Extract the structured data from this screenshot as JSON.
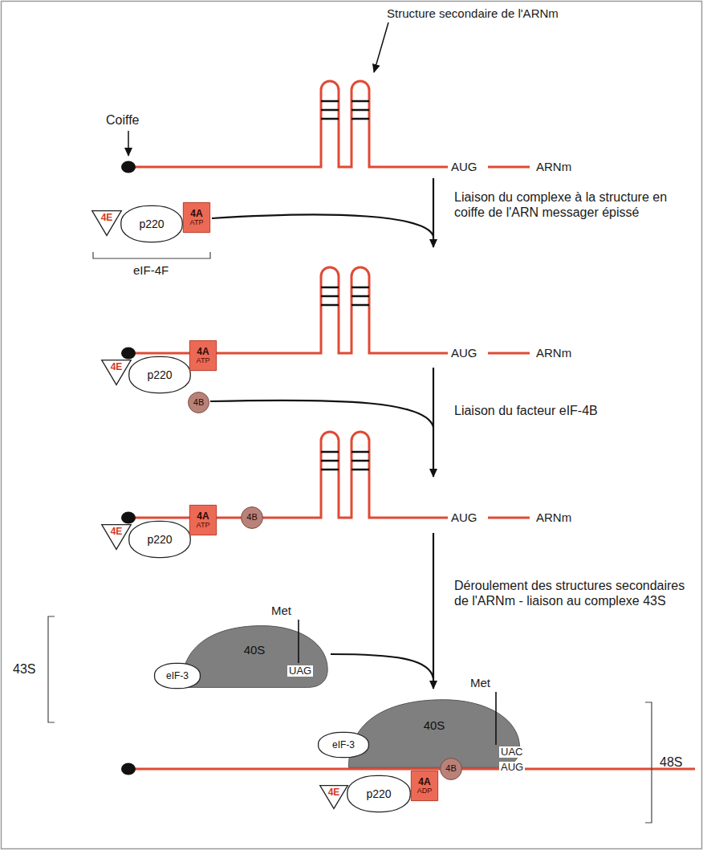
{
  "diagram": {
    "nodes": [
      {
        "text": [
          "4E"
        ]
      },
      {
        "text": [
          "p220"
        ]
      },
      {
        "text": [
          "4A",
          "ATP"
        ]
      },
      {
        "text": [
          "4E"
        ]
      },
      {
        "text": [
          "p220"
        ]
      },
      {
        "text": [
          "4A",
          "ATP"
        ]
      },
      {
        "text": [
          "4B"
        ]
      },
      {
        "text": [
          "4E"
        ]
      },
      {
        "text": [
          "p220"
        ]
      },
      {
        "text": [
          "4A",
          "ATP"
        ]
      },
      {
        "text": [
          "4B"
        ]
      },
      {
        "text": [
          "40S"
        ]
      },
      {
        "text": [
          "eIF-3"
        ]
      },
      {
        "text": [
          "40S"
        ]
      },
      {
        "text": [
          "eIF-3"
        ]
      },
      {
        "text": [
          "4E"
        ]
      },
      {
        "text": [
          "p220"
        ]
      },
      {
        "text": [
          "4A",
          "ADP"
        ]
      },
      {
        "text": [
          "4B"
        ]
      }
    ],
    "labels": [
      "Structure secondaire de l'ARNm",
      "Coiffe",
      "AUG",
      "ARNm",
      "Liaison du complexe à la structure en coiffe de l'ARN messager épissé",
      "eIF-4F",
      "AUG",
      "ARNm",
      "Liaison du facteur eIF-4B",
      "AUG",
      "ARNm",
      "Déroulement des structures secondaires de l'ARNm - liaison au complexe 43S",
      "Met",
      "UAG",
      "43S",
      "Met",
      "UAC",
      "AUG",
      "48S"
    ]
  }
}
